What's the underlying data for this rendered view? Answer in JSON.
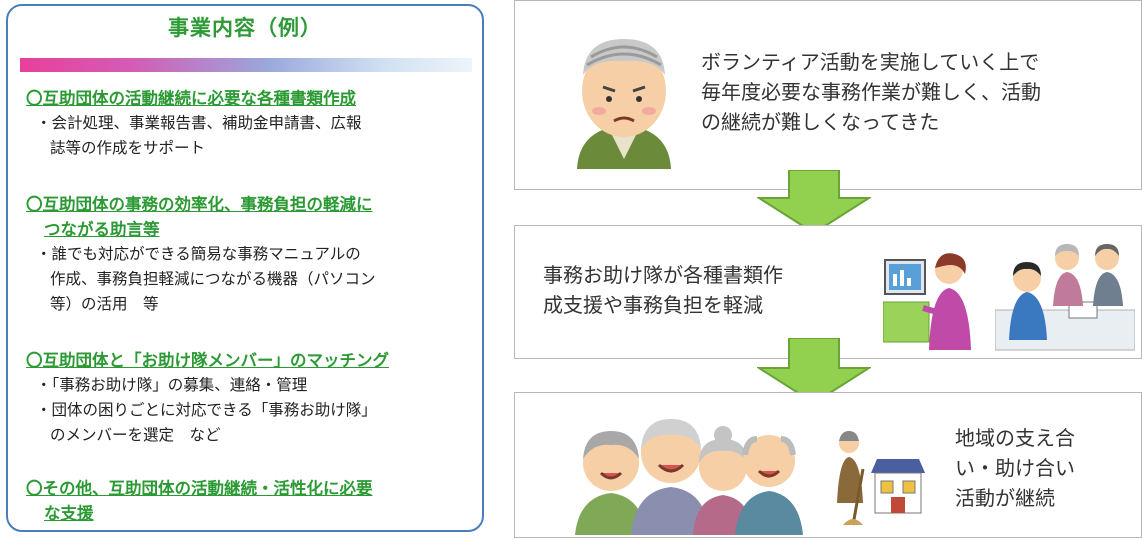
{
  "left": {
    "title": "事業内容（例）",
    "sections": [
      {
        "heading_lines": [
          "〇互助団体の活動継続に必要な各種書類作成"
        ],
        "body_lines": [
          "・会計処理、事業報告書、補助金申請書、広報",
          "誌等の作成をサポート"
        ]
      },
      {
        "heading_lines": [
          "〇互助団体の事務の効率化、事務負担の軽減に",
          "つながる助言等"
        ],
        "body_lines": [
          "・誰でも対応ができる簡易な事務マニュアルの",
          "作成、事務負担軽減につながる機器（パソコン",
          "等）の活用　等"
        ]
      },
      {
        "heading_lines": [
          "〇互助団体と「お助け隊メンバー」のマッチング"
        ],
        "body_lines": [
          "・「事務お助け隊」の募集、連絡・管理",
          "・団体の困りごとに対応できる「事務お助け隊」",
          "のメンバーを選定　など"
        ]
      },
      {
        "heading_lines": [
          "〇その他、互助団体の活動継続・活性化に必要",
          "な支援"
        ],
        "body_lines": []
      }
    ]
  },
  "flow": {
    "step1": [
      "ボランティア活動を実施していく上で",
      "毎年度必要な事務作業が難しく、活動",
      "の継続が難しくなってきた"
    ],
    "step2": [
      "事務お助け隊が各種書類作",
      "成支援や事務負担を軽減"
    ],
    "step3": [
      "地域の支え合",
      "い・助け合い",
      "活動が継続"
    ]
  },
  "colors": {
    "heading_green": "#2c9a34",
    "arrow_green": "#92d050",
    "panel_border": "#4a7ebb",
    "gradient_pink": "#e8409a"
  },
  "icons": [
    "worried-elderly-man",
    "office-worker-at-computer",
    "helper-consulting-elderly",
    "smiling-elderly-group",
    "elderly-sweeping-near-house"
  ]
}
